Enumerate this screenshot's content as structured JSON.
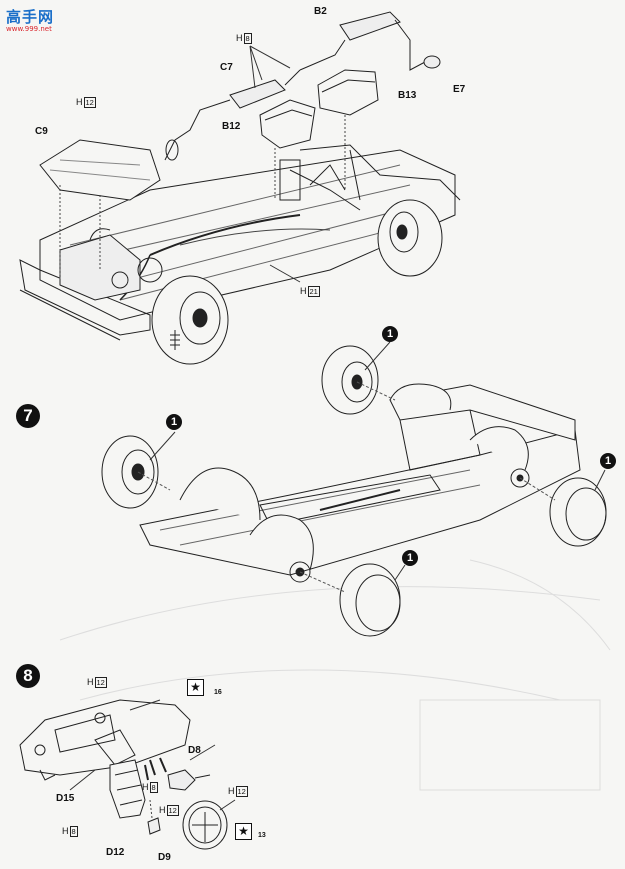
{
  "watermark": {
    "text": "高手网",
    "url": "www.999.net"
  },
  "top": {
    "parts": {
      "b2": "B2",
      "h8": "H",
      "h8n": "8",
      "c7": "C7",
      "e7": "E7",
      "b13": "B13",
      "b12": "B12",
      "h12": "H",
      "h12n": "12",
      "c9": "C9",
      "h21": "H",
      "h21n": "21"
    }
  },
  "step7": {
    "number": "7",
    "wheel_ref": "1"
  },
  "step8": {
    "number": "8",
    "parts": {
      "h12a": "H",
      "h12an": "12",
      "d8": "D8",
      "h8a": "H",
      "h8an": "8",
      "h12b": "H",
      "h12bn": "12",
      "d15": "D15",
      "h8b": "H",
      "h8bn": "8",
      "h12c": "H",
      "h12cn": "12",
      "d12": "D12",
      "d9": "D9"
    },
    "decals": {
      "star": "★",
      "a": "16",
      "b": "13"
    }
  }
}
